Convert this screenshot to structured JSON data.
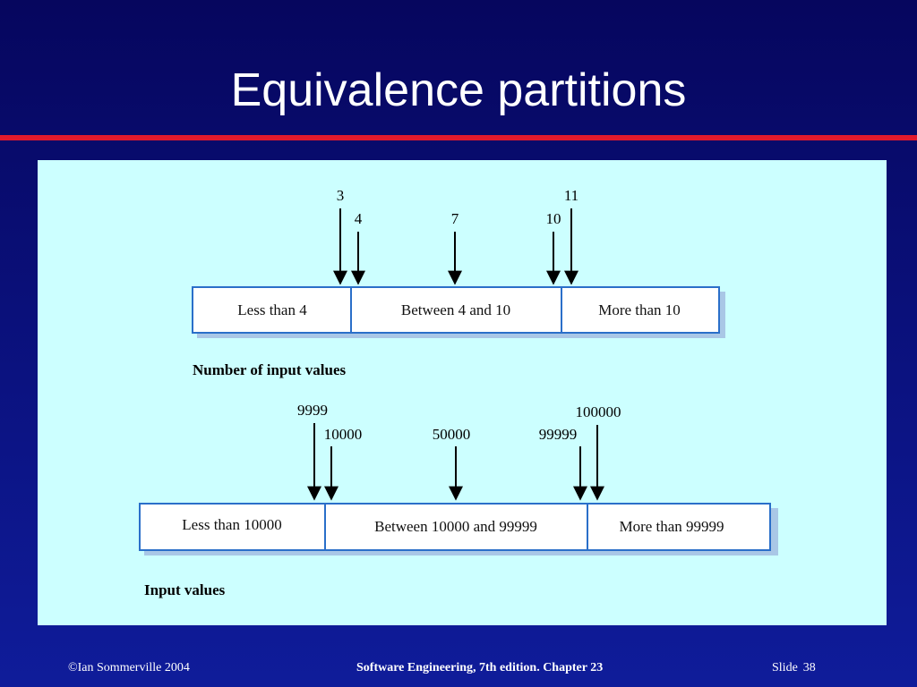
{
  "slide": {
    "title": "Equivalence partitions"
  },
  "diagram": {
    "top": {
      "arrow_labels": [
        "3",
        "4",
        "7",
        "10",
        "11"
      ],
      "partitions": [
        "Less than 4",
        "Between 4 and 10",
        "More than 10"
      ],
      "caption": "Number of input values"
    },
    "bottom": {
      "arrow_labels": [
        "9999",
        "10000",
        "50000",
        "99999",
        "100000"
      ],
      "partitions": [
        "Less than 10000",
        "Between 10000 and 99999",
        "More than 99999"
      ],
      "caption": "Input values"
    }
  },
  "footer": {
    "copyright": "©Ian Sommerville 2004",
    "book": "Software Engineering, 7th edition. Chapter 23",
    "slide_label": "Slide",
    "slide_number": "38"
  },
  "colors": {
    "background": "#0b1280",
    "title_rule": "#e21a2c",
    "panel": "#ccffff",
    "box_border": "#2a6fc9"
  }
}
